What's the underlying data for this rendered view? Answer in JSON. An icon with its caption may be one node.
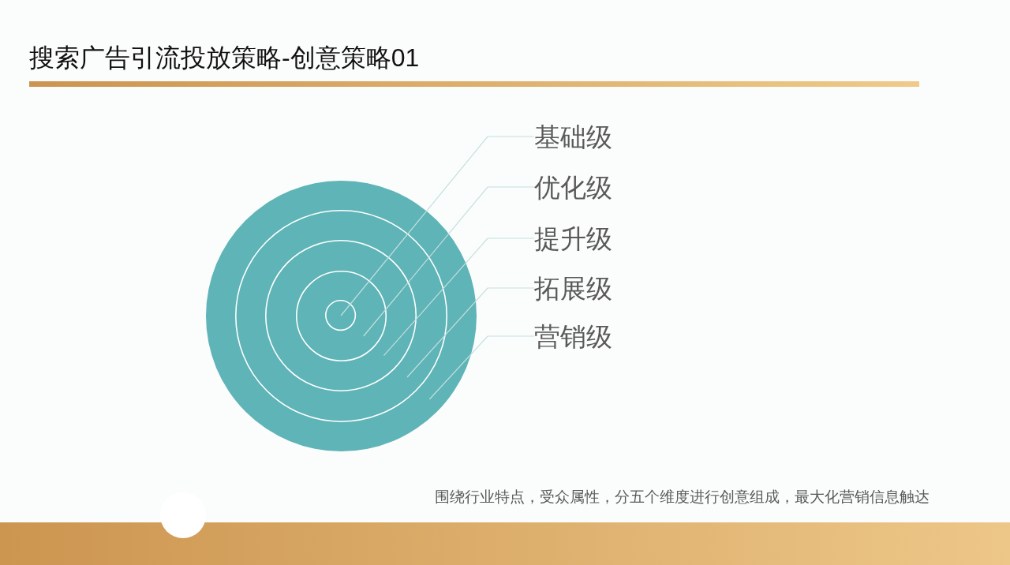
{
  "diagram": {
    "title": "搜索广告引流投放策略-创意策略01",
    "caption": "围绕行业特点，受众属性，分五个维度进行创意组成，最大化营销信息触达",
    "nodes": [
      {
        "text": [],
        "shape": "circle"
      },
      {
        "text": [],
        "shape": "circle",
        "in": 0
      },
      {
        "text": [],
        "shape": "circle",
        "in": 1
      },
      {
        "text": [],
        "shape": "circle",
        "in": 2
      },
      {
        "text": [],
        "shape": "circle",
        "in": 3
      },
      {
        "text": [
          "基础级"
        ]
      },
      {
        "text": [
          "优化级"
        ]
      },
      {
        "text": [
          "提升级"
        ]
      },
      {
        "text": [
          "拓展级"
        ]
      },
      {
        "text": [
          "营销级"
        ]
      }
    ],
    "edges": [
      {
        "from": 5,
        "to": 4,
        "arrow": "none"
      },
      {
        "from": 6,
        "to": 3,
        "arrow": "none"
      },
      {
        "from": 7,
        "to": 2,
        "arrow": "none"
      },
      {
        "from": 8,
        "to": 1,
        "arrow": "none"
      },
      {
        "from": 9,
        "to": 0,
        "arrow": "none"
      }
    ]
  }
}
